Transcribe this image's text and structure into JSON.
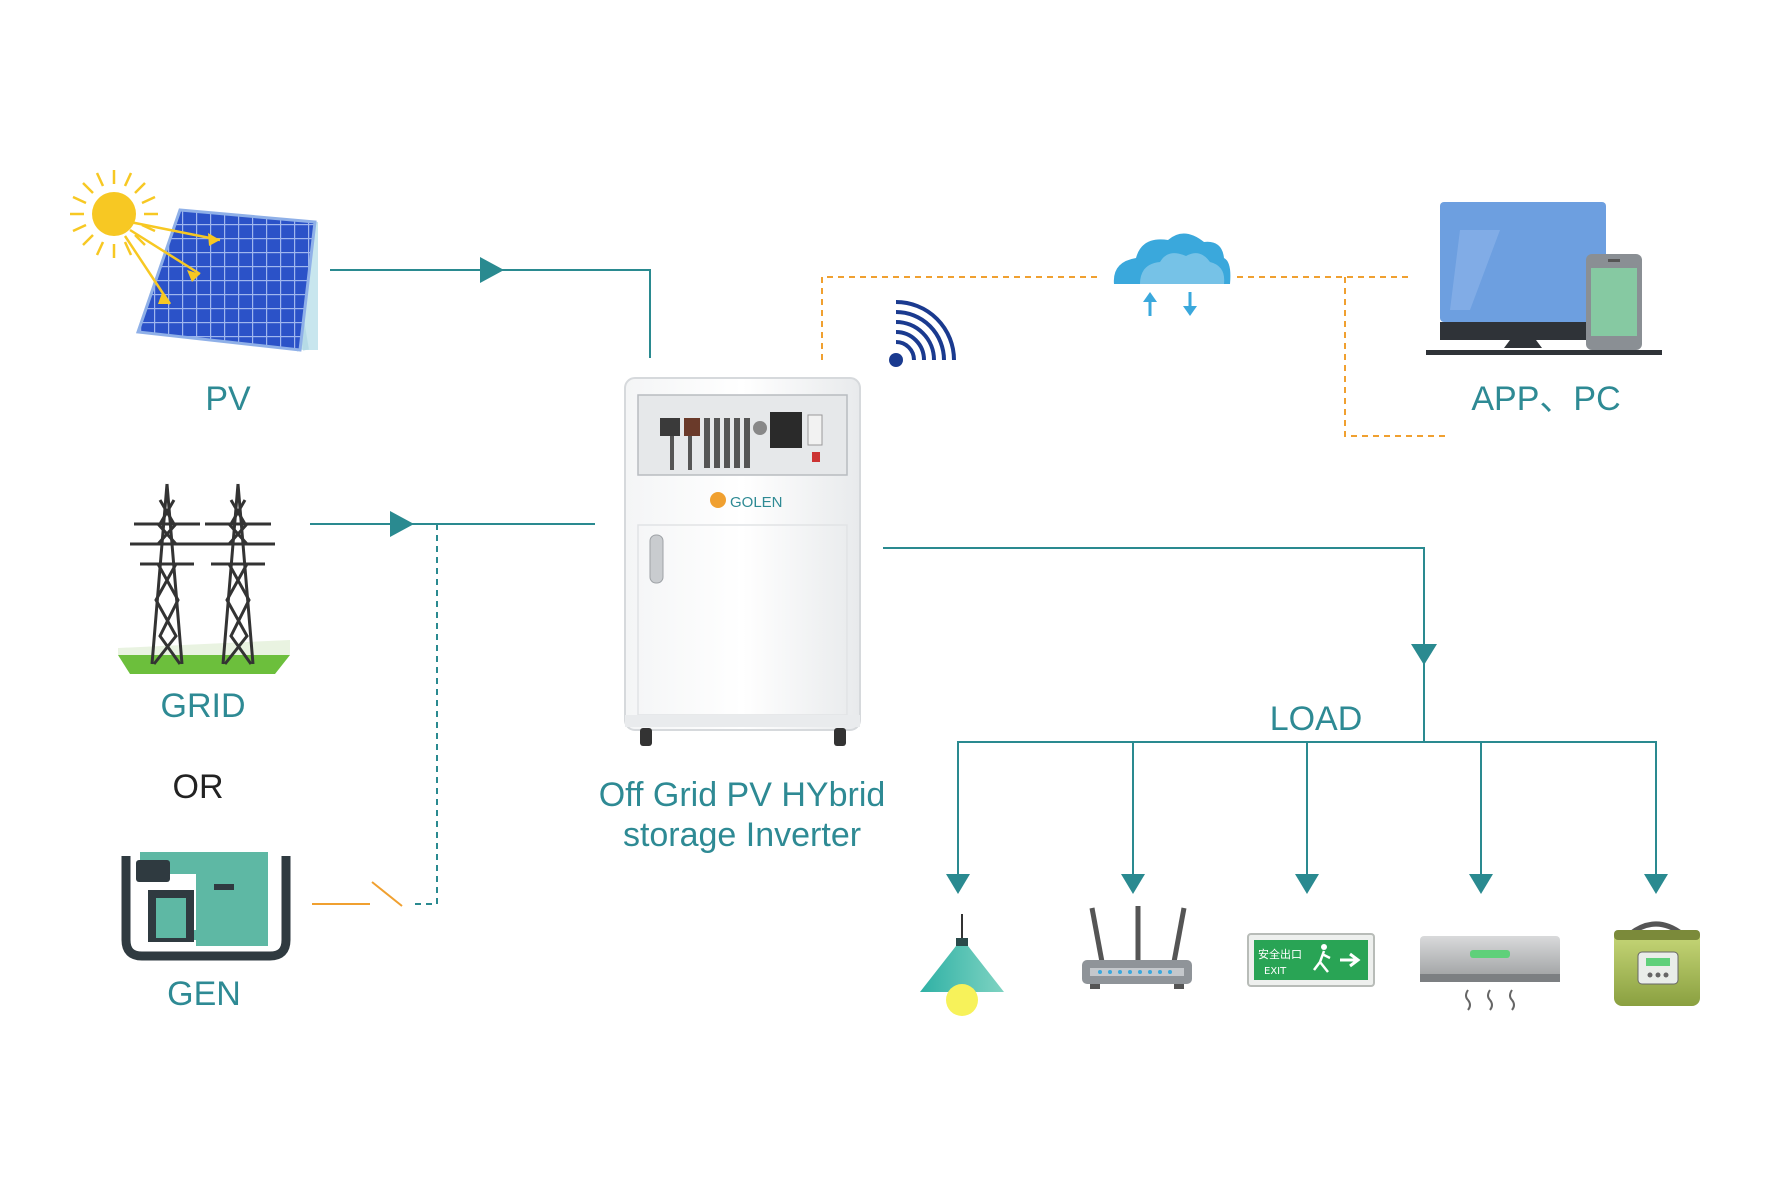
{
  "labels": {
    "pv": "PV",
    "grid": "GRID",
    "or": "OR",
    "gen": "GEN",
    "app_pc": "APP、PC",
    "load": "LOAD",
    "inverter_line1": "Off Grid PV HYbrid",
    "inverter_line2": "storage Inverter",
    "brand": "GOLEN",
    "exit_sign_cn": "安全出口",
    "exit_sign_en": "EXIT"
  },
  "colors": {
    "teal": "#2a8a90",
    "label_teal": "#2e8a94",
    "orange": "#f0a030",
    "navy": "#1a3a8f",
    "panel_blue": "#2b52c8",
    "sun": "#f7c823",
    "sky_blue": "#3aa8dc",
    "screen_blue": "#6d9fe0",
    "gen_green": "#5eb8a4"
  },
  "icons": [
    "solar-panel-icon",
    "sun-icon",
    "power-tower-icon",
    "generator-icon",
    "cloud-icon",
    "wifi-icon",
    "monitor-icon",
    "phone-icon",
    "inverter-cabinet-icon",
    "lamp-icon",
    "router-icon",
    "exit-sign-icon",
    "air-conditioner-icon",
    "rice-cooker-icon"
  ]
}
